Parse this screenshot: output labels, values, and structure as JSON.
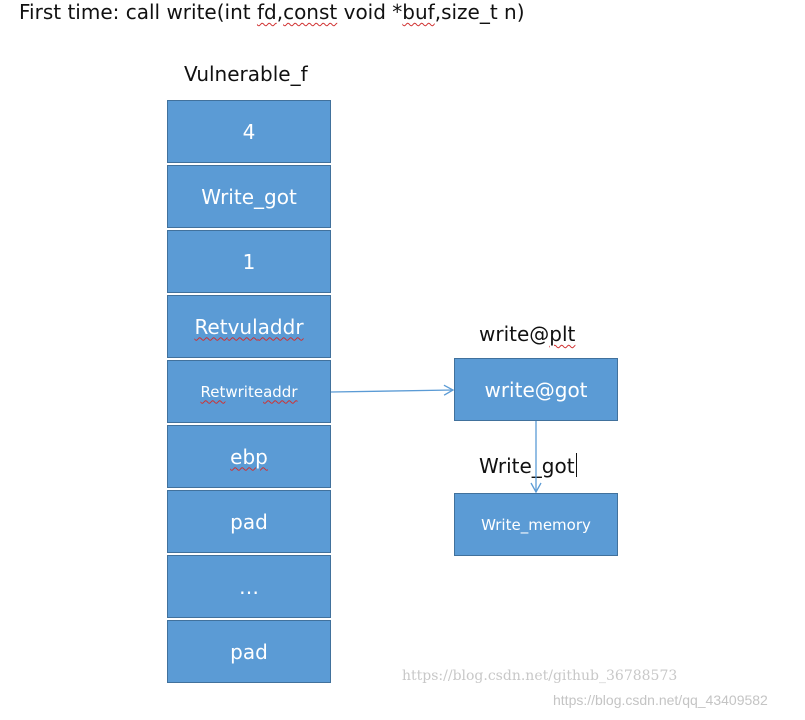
{
  "title": {
    "prefix": "First time: call write(int ",
    "fd": "fd",
    "comma1": ",",
    "const": "const",
    "middle": " void *",
    "buf": "buf",
    "suffix": ",size_t n)"
  },
  "stack": {
    "label": "Vulnerable_f",
    "cells": [
      {
        "text": "4"
      },
      {
        "text": "Write_got"
      },
      {
        "text": "1"
      },
      {
        "parts": [
          "Ret",
          " ",
          "vul",
          " ",
          "addr"
        ]
      },
      {
        "parts": [
          "Ret",
          " write ",
          "addr"
        ]
      },
      {
        "text": "ebp"
      },
      {
        "text": "pad"
      },
      {
        "text": "…"
      },
      {
        "text": "pad"
      }
    ]
  },
  "plt": {
    "label_prefix": "write@",
    "label_suffix": "plt",
    "got_box": "write@got",
    "got_label": "Write_got",
    "memory_box": "Write_memory"
  },
  "watermarks": {
    "line1": "https://blog.csdn.net/github_36788573",
    "line2": "https://blog.csdn.net/qq_43409582"
  },
  "colors": {
    "box_fill": "#5b9bd5",
    "box_border": "#41719c",
    "arrow": "#5b9bd5",
    "squiggle": "#d03030"
  }
}
